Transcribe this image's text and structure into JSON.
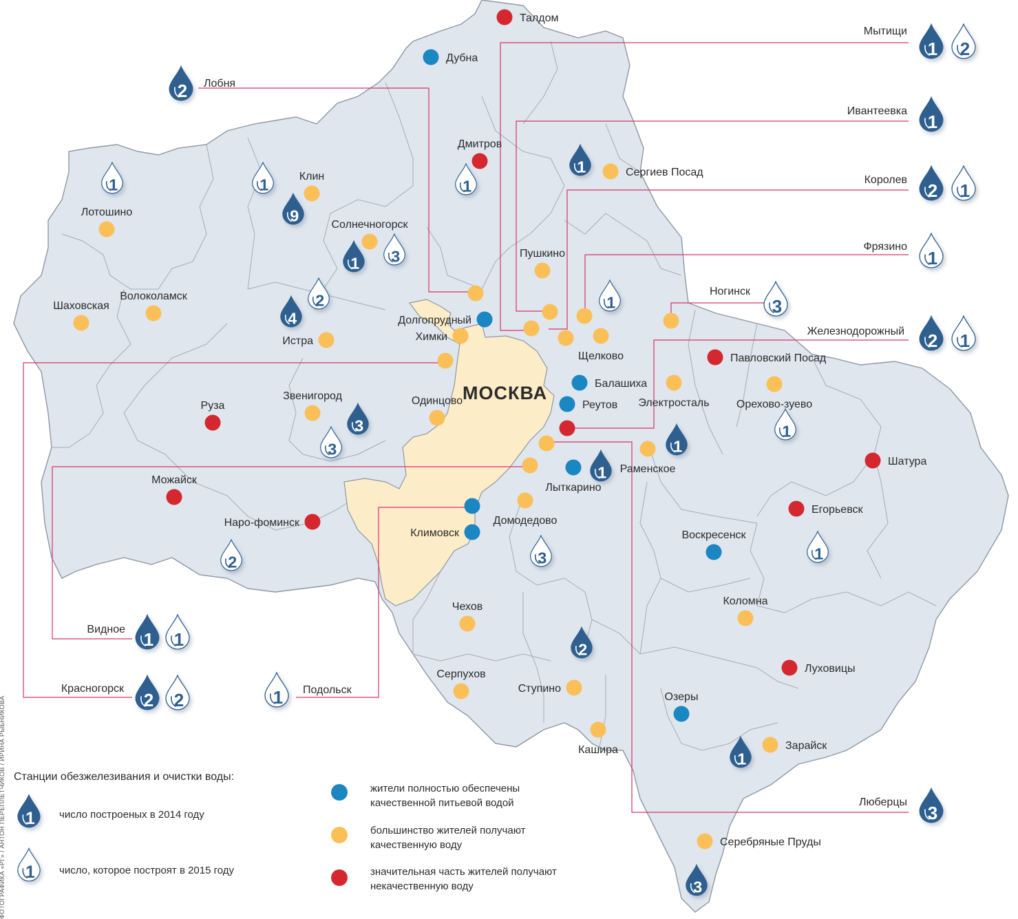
{
  "map_title": "МОСКВА",
  "legend": {
    "title": "Станции обезжелезивания и очистки воды:",
    "built_2014": "число построеных в 2014 году",
    "planned_2015": "число, которое построят в 2015 году",
    "good": "жители полностью обеспечены качественной питьевой водой",
    "mostly": "большинство жителей получают качественную воду",
    "bad": "значительная часть жителей получают некачественную воду",
    "sample_number": "1"
  },
  "colors": {
    "region_fill": "#dfe6ee",
    "border": "#8d97a2",
    "moscow_fill": "#fdecc8",
    "callout_line": "#d6336c",
    "drop_built": "#2f5f8f",
    "drop_planned": "#ffffff",
    "status_good": "#1a86c2",
    "status_mostly": "#fbbf58",
    "status_bad": "#d5272f"
  },
  "credit": "ФОТОГРАФИКА «РГ» / АНТОН ПЕРЕПЛЕТЧИКОВ / ИРИНА РЫБНИКОВА",
  "cities": [
    {
      "name": "Талдом",
      "status": "bad"
    },
    {
      "name": "Дубна",
      "status": "good"
    },
    {
      "name": "Дмитров",
      "status": "bad"
    },
    {
      "name": "Сергиев Посад",
      "status": "mostly"
    },
    {
      "name": "Клин",
      "status": "mostly"
    },
    {
      "name": "Лотошино",
      "status": "mostly"
    },
    {
      "name": "Солнечногорск",
      "status": "mostly"
    },
    {
      "name": "Пушкино",
      "status": "mostly"
    },
    {
      "name": "Волоколамск",
      "status": "mostly"
    },
    {
      "name": "Шаховская",
      "status": "mostly"
    },
    {
      "name": "Истра",
      "status": "mostly"
    },
    {
      "name": "Долгопрудный",
      "status": "good"
    },
    {
      "name": "Химки",
      "status": "mostly"
    },
    {
      "name": "Щелково",
      "status": "mostly"
    },
    {
      "name": "Ногинск",
      "status": "mostly"
    },
    {
      "name": "Балашиха",
      "status": "good"
    },
    {
      "name": "Реутов",
      "status": "good"
    },
    {
      "name": "Электросталь",
      "status": "mostly"
    },
    {
      "name": "Павловский Посад",
      "status": "bad"
    },
    {
      "name": "Орехово-зуево",
      "status": "mostly"
    },
    {
      "name": "Руза",
      "status": "bad"
    },
    {
      "name": "Звенигород",
      "status": "mostly"
    },
    {
      "name": "Одинцово",
      "status": "mostly"
    },
    {
      "name": "Раменское",
      "status": "mostly"
    },
    {
      "name": "Лыткарино",
      "status": "good"
    },
    {
      "name": "Шатура",
      "status": "bad"
    },
    {
      "name": "Можайск",
      "status": "bad"
    },
    {
      "name": "Наро-фоминск",
      "status": "bad"
    },
    {
      "name": "Климовск",
      "status": "good"
    },
    {
      "name": "Домодедово",
      "status": "mostly"
    },
    {
      "name": "Воскресенск",
      "status": "good"
    },
    {
      "name": "Егорьевск",
      "status": "bad"
    },
    {
      "name": "Коломна",
      "status": "mostly"
    },
    {
      "name": "Чехов",
      "status": "mostly"
    },
    {
      "name": "Луховицы",
      "status": "bad"
    },
    {
      "name": "Серпухов",
      "status": "mostly"
    },
    {
      "name": "Ступино",
      "status": "mostly"
    },
    {
      "name": "Озеры",
      "status": "good"
    },
    {
      "name": "Кашира",
      "status": "mostly"
    },
    {
      "name": "Зарайск",
      "status": "mostly"
    },
    {
      "name": "Серебряные Пруды",
      "status": "mostly"
    }
  ],
  "callouts": [
    {
      "name": "Мытищи",
      "built": "1",
      "planned": "2"
    },
    {
      "name": "Лобня",
      "built": "2",
      "planned": ""
    },
    {
      "name": "Ивантеевка",
      "built": "1",
      "planned": ""
    },
    {
      "name": "Королев",
      "built": "2",
      "planned": "1"
    },
    {
      "name": "Фрязино",
      "built": "",
      "planned": "1"
    },
    {
      "name": "Ногинск",
      "built": "",
      "planned": "3"
    },
    {
      "name": "Железнодорожный",
      "built": "2",
      "planned": "1"
    },
    {
      "name": "Видное",
      "built": "1",
      "planned": "1"
    },
    {
      "name": "Красногорск",
      "built": "2",
      "planned": "2"
    },
    {
      "name": "Подольск",
      "built": "",
      "planned": "1"
    },
    {
      "name": "Люберцы",
      "built": "3",
      "planned": ""
    }
  ],
  "district_drops": [
    {
      "district": "Лотошино",
      "built": "",
      "planned": "1"
    },
    {
      "district": "Клин",
      "built": "9",
      "planned": "1"
    },
    {
      "district": "Дмитров",
      "built": "",
      "planned": "1"
    },
    {
      "district": "Сергиев Посад",
      "built": "1",
      "planned": ""
    },
    {
      "district": "Солнечногорск",
      "built": "1",
      "planned": "3"
    },
    {
      "district": "Истра",
      "built": "4",
      "planned": "2"
    },
    {
      "district": "Щелково",
      "built": "",
      "planned": "1"
    },
    {
      "district": "Звенигород",
      "built": "3",
      "planned": "3"
    },
    {
      "district": "Электросталь",
      "built": "1",
      "planned": ""
    },
    {
      "district": "Орехово-зуево",
      "built": "",
      "planned": "1"
    },
    {
      "district": "Лыткарино",
      "built": "1",
      "planned": ""
    },
    {
      "district": "Наро-фоминск",
      "built": "",
      "planned": "2"
    },
    {
      "district": "Домодедово",
      "built": "",
      "planned": "3"
    },
    {
      "district": "Егорьевск",
      "built": "",
      "planned": "1"
    },
    {
      "district": "Ступино",
      "built": "2",
      "planned": ""
    },
    {
      "district": "Зарайск",
      "built": "1",
      "planned": ""
    },
    {
      "district": "Серебряные Пруды",
      "built": "3",
      "planned": ""
    }
  ]
}
